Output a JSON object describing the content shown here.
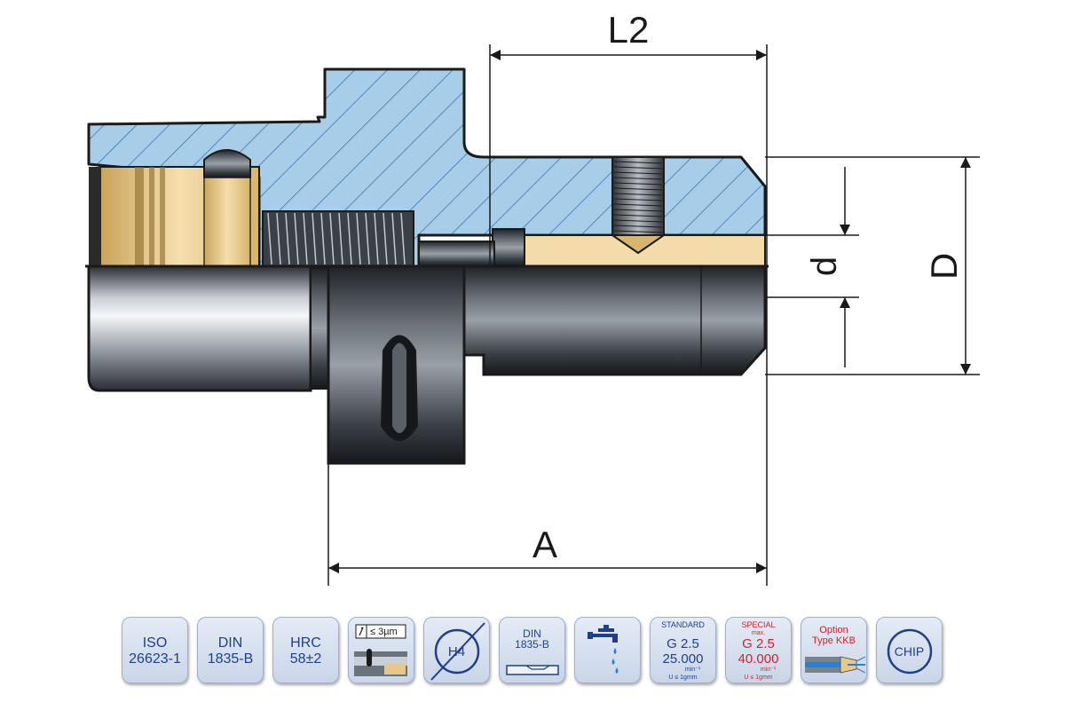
{
  "dimensions": {
    "l2": "L2",
    "a": "A",
    "d_small": "d",
    "d_large": "D"
  },
  "colors": {
    "section_fill": "#a7cde9",
    "hatch": "#2d6da8",
    "outline": "#1a1a1a",
    "brass": "#efd39a",
    "badge_text": "#1f3f8c",
    "badge_red": "#d81e2a"
  },
  "badges": {
    "iso": {
      "line1": "ISO",
      "line2": "26623-1"
    },
    "din": {
      "line1": "DIN",
      "line2": "1835-B"
    },
    "hrc": {
      "line1": "HRC",
      "line2": "58±2"
    },
    "runout": {
      "label": "≤ 3µm",
      "icon": "runout-icon"
    },
    "h4": {
      "label": "H4",
      "icon": "tolerance-circle-icon"
    },
    "din_shank": {
      "line1": "DIN",
      "line2": "1835-B",
      "icon": "shank-flat-icon"
    },
    "coolant": {
      "icon": "coolant-tap-icon"
    },
    "standard": {
      "header": "STANDARD",
      "grade": "G 2.5",
      "speed": "25.000",
      "unit": "min⁻¹",
      "note": "U ≤ 1gmm"
    },
    "special": {
      "header": "SPECIAL",
      "max": "max.",
      "grade": "G 2.5",
      "speed": "40.000",
      "unit": "min⁻¹",
      "note": "U ≤ 1gmm"
    },
    "option": {
      "line1": "Option",
      "line2": "Type KKB",
      "icon": "coolant-nozzle-icon"
    },
    "chip": {
      "label": "CHIP",
      "icon": "chip-circle-icon"
    }
  }
}
